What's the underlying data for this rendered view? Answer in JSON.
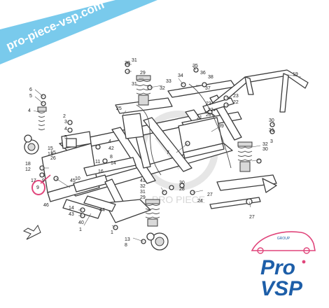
{
  "watermark": {
    "text": "pro-piece-vsp.com",
    "band_color": "#6ec6ea",
    "center_text": "PRO PIECE"
  },
  "colors": {
    "line": "#3b3b3b",
    "highlight": "#e0457b",
    "logo_blue": "#1d5ea8"
  },
  "logo": {
    "small": "GROUP",
    "line1": "Pro",
    "line2": "VSP"
  },
  "callouts": [
    "30",
    "31",
    "29",
    "31",
    "32",
    "33",
    "34",
    "35",
    "38",
    "37",
    "36",
    "19",
    "6",
    "5",
    "4",
    "2",
    "3",
    "4",
    "5",
    "25",
    "23",
    "22",
    "23",
    "22",
    "20",
    "21",
    "39",
    "30",
    "31",
    "32",
    "30",
    "3",
    "4",
    "42",
    "7",
    "8",
    "14",
    "15",
    "13",
    "17",
    "18",
    "12",
    "11",
    "16",
    "9",
    "10",
    "45",
    "46",
    "41",
    "32",
    "31",
    "29",
    "30",
    "28",
    "27",
    "24",
    "27",
    "26",
    "15",
    "14",
    "43",
    "44",
    "40",
    "1",
    "8",
    "13",
    "16"
  ],
  "labels": {
    "label_1": "1",
    "label_9_highlight": "9"
  }
}
